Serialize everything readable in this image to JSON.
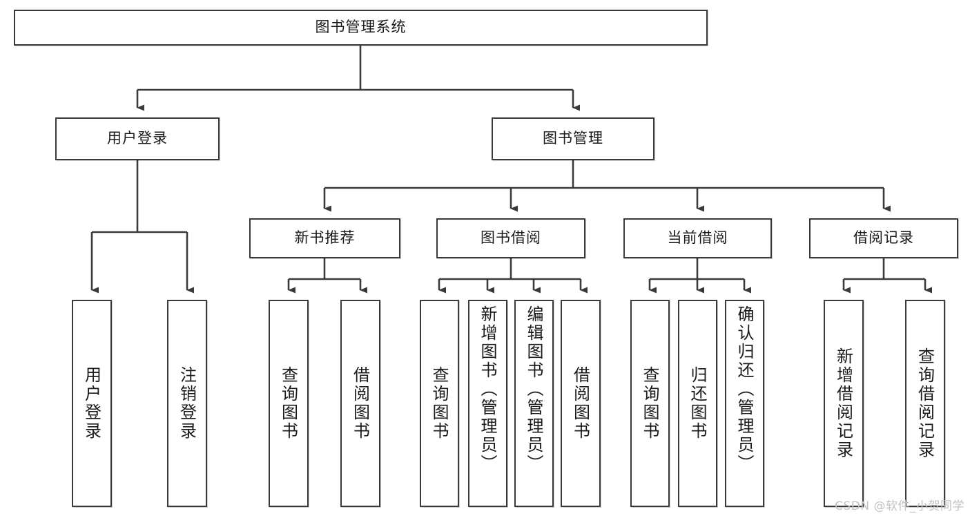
{
  "diagram": {
    "title": "图书管理系统",
    "type": "tree-hierarchy-diagram",
    "root": {
      "id": "root",
      "label": "图书管理系统"
    },
    "level2": [
      {
        "id": "user-login",
        "label": "用户登录"
      },
      {
        "id": "book-management",
        "label": "图书管理"
      }
    ],
    "level3": [
      {
        "id": "new-book-recommend",
        "label": "新书推荐",
        "parent": "book-management"
      },
      {
        "id": "book-borrow",
        "label": "图书借阅",
        "parent": "book-management"
      },
      {
        "id": "current-borrow",
        "label": "当前借阅",
        "parent": "book-management"
      },
      {
        "id": "borrow-record",
        "label": "借阅记录",
        "parent": "book-management"
      }
    ],
    "leaves": {
      "user-login": [
        {
          "id": "leaf-user-login",
          "label": "用户登录"
        },
        {
          "id": "leaf-user-logout",
          "label": "注销登录"
        }
      ],
      "new-book-recommend": [
        {
          "id": "leaf-query-book-1",
          "label": "查询图书"
        },
        {
          "id": "leaf-borrow-book-1",
          "label": "借阅图书"
        }
      ],
      "book-borrow": [
        {
          "id": "leaf-query-book-2",
          "label": "查询图书"
        },
        {
          "id": "leaf-add-book-admin",
          "label": "新增图书（管理员）"
        },
        {
          "id": "leaf-edit-book-admin",
          "label": "编辑图书（管理员）"
        },
        {
          "id": "leaf-borrow-book-2",
          "label": "借阅图书"
        }
      ],
      "current-borrow": [
        {
          "id": "leaf-query-book-3",
          "label": "查询图书"
        },
        {
          "id": "leaf-return-book",
          "label": "归还图书"
        },
        {
          "id": "leaf-confirm-return-admin",
          "label": "确认归还（管理员）"
        }
      ],
      "borrow-record": [
        {
          "id": "leaf-add-borrow-record",
          "label": "新增借阅记录"
        },
        {
          "id": "leaf-query-borrow-record",
          "label": "查询借阅记录"
        }
      ]
    }
  },
  "watermark": {
    "text": "CSDN @软件_小贺同学",
    "color": "#c2c2c2"
  },
  "colors": {
    "box_border": "#3a3a3a",
    "box_fill": "#ffffff",
    "connector": "#3a3a3a",
    "text": "#1a1a1a",
    "background": "#ffffff"
  }
}
